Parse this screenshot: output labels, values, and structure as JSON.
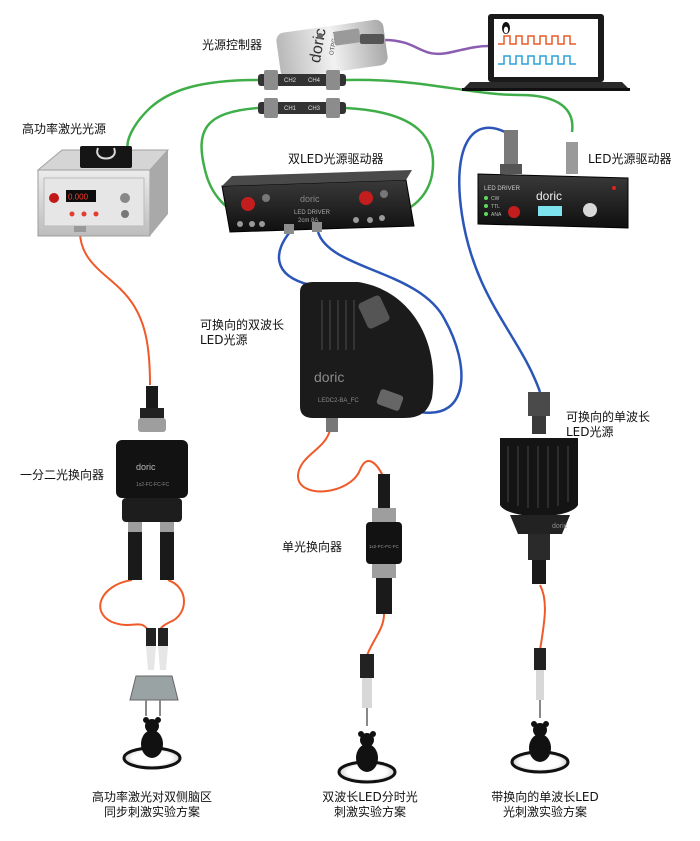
{
  "labels": {
    "light_controller": "光源控制器",
    "high_power_laser": "高功率激光光源",
    "dual_led_driver": "双LED光源驱动器",
    "led_driver": "LED光源驱动器",
    "dual_wavelength_led": [
      "可换向的双波长",
      "LED光源"
    ],
    "single_wavelength_led": [
      "可换向的单波长",
      "LED光源"
    ],
    "splitter_rotary": "一分二光换向器",
    "single_rotary": "单光换向器"
  },
  "experiments": {
    "left": [
      "高功率激光对双侧脑区",
      "同步刺激实验方案"
    ],
    "middle": [
      "双波长LED分时光",
      "刺激实验方案"
    ],
    "right": [
      "带换向的单波长LED",
      "光刺激实验方案"
    ]
  },
  "device_text": {
    "doric_logo": "doric",
    "controller_model": "OTPG_4",
    "controller_ch": [
      "CH2",
      "CH4",
      "CH1",
      "CH3"
    ],
    "laser_display": "0.000",
    "led_driver_title": "LED DRIVER",
    "led_driver_modes": [
      "CW",
      "TTL",
      "ANA"
    ],
    "dual_driver_title": "LED DRIVER",
    "dual_driver_model": "2cm 8A",
    "led_head_model": "LEDC2-BA_FC",
    "rotary_label": "1x2-FC-FC-FC"
  },
  "colors": {
    "usb_cable": "#8a5db0",
    "bnc_cable": "#3fae49",
    "led_cable": "#2b56b8",
    "fiber": "#f05a28",
    "device_body": "#1c1c1c",
    "laser_body": "#d9d9d9"
  }
}
